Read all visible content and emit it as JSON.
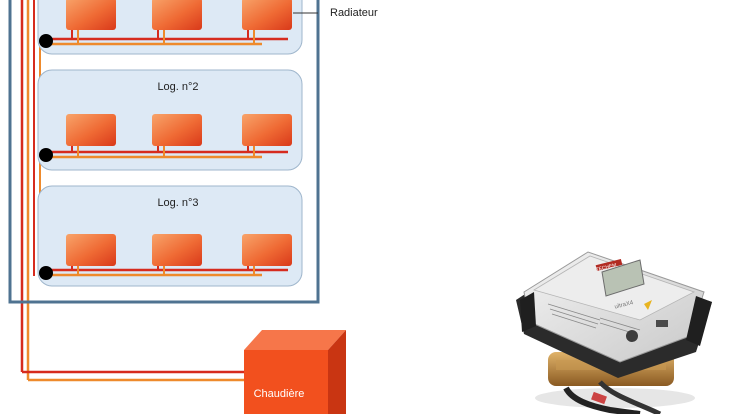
{
  "labels": {
    "radiator": "Radiateur",
    "unit_2": "Log. n°2",
    "unit_3": "Log. n°3",
    "boiler": "Chaudière"
  },
  "colors": {
    "building_frame": "#4f7391",
    "unit_fill": "#dde9f5",
    "unit_border": "#9fb6cc",
    "supply_pipe": "#d62b1e",
    "return_pipe": "#ee8a2c",
    "radiator_light": "#f58e4a",
    "radiator_dark": "#e0421d",
    "junction": "#000000",
    "boiler_front": "#f2501e",
    "boiler_side": "#c93512",
    "boiler_top": "#f6764a"
  },
  "meter_display": {
    "brand": "TECHEM",
    "model": "ultraX4"
  }
}
